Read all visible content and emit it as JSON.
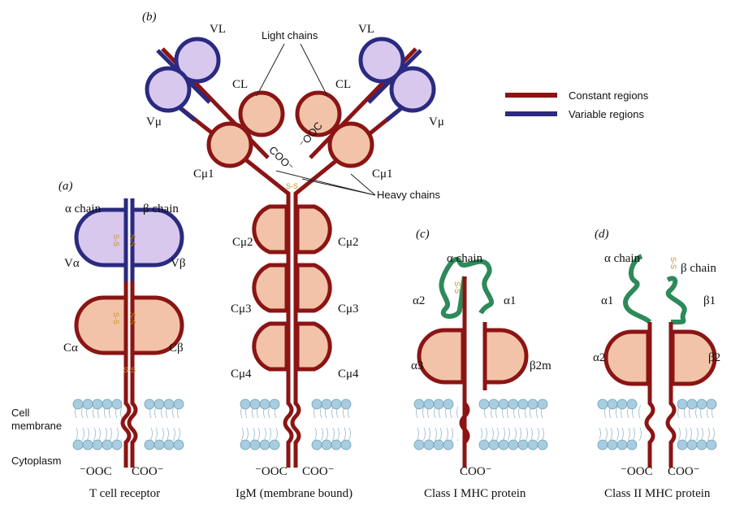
{
  "panels": {
    "a": {
      "letter": "(a)",
      "caption": "T cell receptor",
      "alpha_chain": "α chain",
      "beta_chain": "β chain",
      "v_alpha": "Vα",
      "v_beta": "Vβ",
      "c_alpha": "Cα",
      "c_beta": "Cβ",
      "term_left": "⁻OOC",
      "term_right": "COO⁻"
    },
    "b": {
      "letter": "(b)",
      "caption": "IgM (membrane bound)",
      "light_chains": "Light chains",
      "heavy_chains": "Heavy chains",
      "vl": "VL",
      "cl": "CL",
      "vmu": "Vμ",
      "cmu1": "Cμ1",
      "cmu2": "Cμ2",
      "cmu3": "Cμ3",
      "cmu4": "Cμ4",
      "coo_left": "COO⁻",
      "ooc_right": "⁻OOC",
      "term_left": "⁻OOC",
      "term_right": "COO⁻"
    },
    "c": {
      "letter": "(c)",
      "caption": "Class  I MHC protein",
      "alpha_chain": "α chain",
      "a1": "α1",
      "a2": "α2",
      "a3": "α3",
      "b2m": "β2m",
      "term": "COO⁻"
    },
    "d": {
      "letter": "(d)",
      "caption": "Class  II MHC protein",
      "alpha_chain": "α chain",
      "beta_chain": "β chain",
      "a1": "α1",
      "a2": "α2",
      "b1": "β1",
      "b2": "β2",
      "term_left": "⁻OOC",
      "term_right": "COO⁻"
    }
  },
  "side_labels": {
    "cell_membrane_1": "Cell",
    "cell_membrane_2": "membrane",
    "cytoplasm": "Cytoplasm"
  },
  "legend": {
    "constant": "Constant regions",
    "variable": "Variable regions"
  },
  "disulfide": "S-S",
  "colors": {
    "constant": "#8b1414",
    "variable": "#2a2a80",
    "domain_fill": "#f2c3a8",
    "variable_fill": "#d8c8ee",
    "mhc_green": "#2d8a5a",
    "lipid_head": "#a8cde0",
    "disulfide": "#c89020"
  }
}
